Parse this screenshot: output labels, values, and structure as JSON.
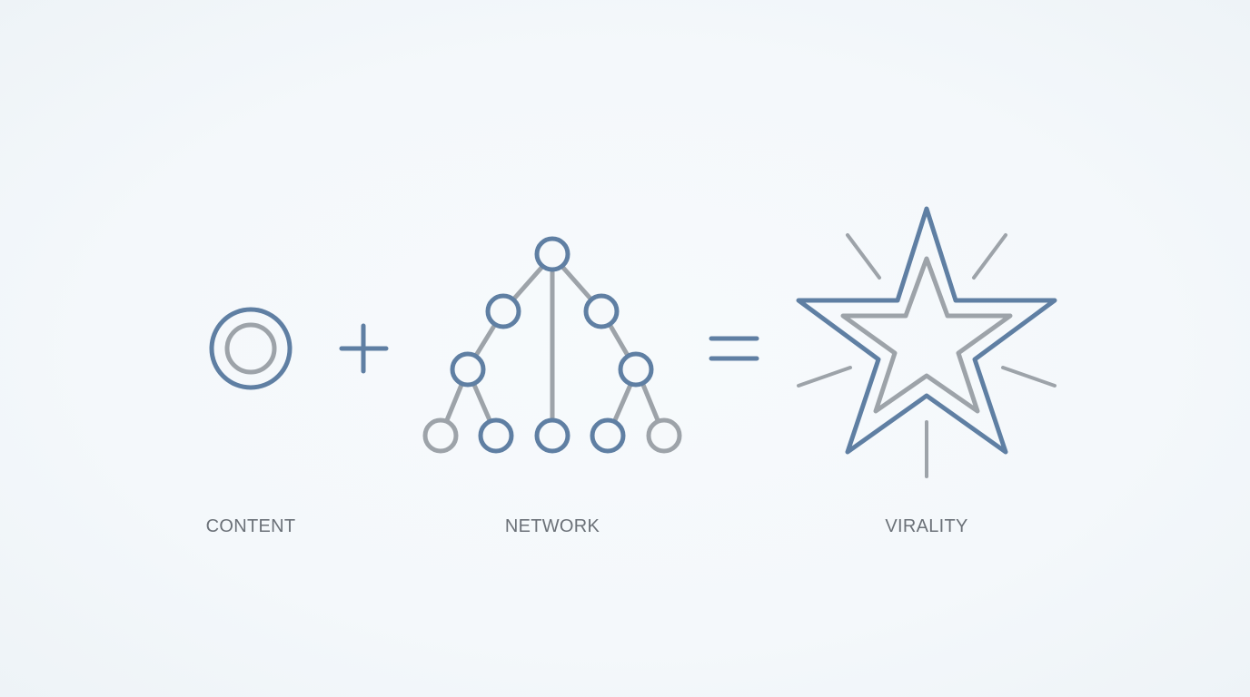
{
  "labels": {
    "content": "CONTENT",
    "network": "NETWORK",
    "virality": "VIRALITY"
  },
  "colors": {
    "primary": "#5f7fa3",
    "secondary": "#9da3a9",
    "label": "#6b7178",
    "background": "#f4f8fb"
  },
  "icons": [
    "content-target-icon",
    "plus-icon",
    "network-tree-icon",
    "equals-icon",
    "virality-star-icon"
  ]
}
